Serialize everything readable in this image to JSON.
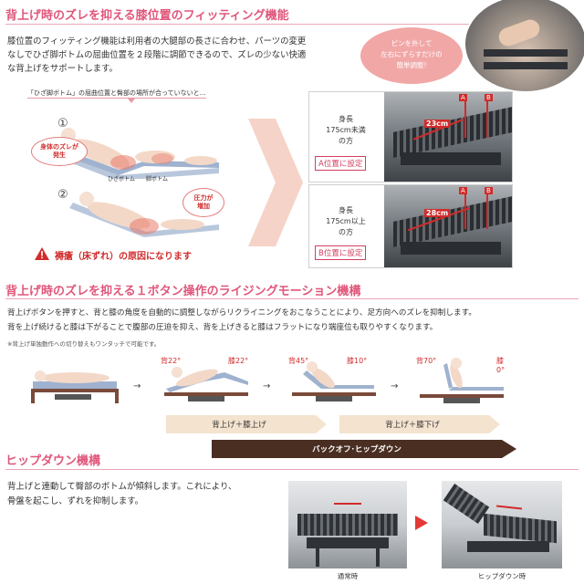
{
  "section1": {
    "title": "背上げ時のズレを抑える膝位置のフィッティング機能",
    "body": [
      "膝位置のフィッティング機能は利用者の大腿部の長さに合わせ、パーツの変更",
      "なしでひざ脚ボトムの屈曲位置を２段階に調節できるので、ズレの少ない快適",
      "な背上げをサポートします。"
    ],
    "bubble": [
      "ピンを外して",
      "左右にずらすだけの",
      "簡単調整!"
    ],
    "caption": "「ひざ脚ボトム」の屈曲位置と臀部の場所が合っていないと…",
    "step1_num": "①",
    "step2_num": "②",
    "label_zure": [
      "身体のズレが",
      "発生"
    ],
    "label_hiza": "ひざボトム",
    "label_kyaku": "脚ボトム",
    "label_pressure": [
      "圧力が",
      "増加"
    ],
    "warning": "褥瘡（床ずれ）の原因になります",
    "warning_icon": "warning-icon",
    "panel_a": {
      "height_lines": [
        "身長",
        "175cm未満",
        "の方"
      ],
      "setting": "A位置に設定",
      "measure": "23cm",
      "mark_a": "A",
      "mark_b": "B"
    },
    "panel_b": {
      "height_lines": [
        "身長",
        "175cm以上",
        "の方"
      ],
      "setting": "B位置に設定",
      "measure": "28cm",
      "mark_a": "A",
      "mark_b": "B"
    }
  },
  "section2": {
    "title": "背上げ時のズレを抑える１ボタン操作のライジングモーション機構",
    "body": [
      "背上げボタンを押すと、背と膝の角度を自動的に調整しながらリクライニングをおこなうことにより、足方向へのズレを抑制します。",
      "背を上げ続けると膝は下がることで腹部の圧迫を抑え、背を上げきると膝はフラットになり端座位も取りやすくなります。"
    ],
    "note": "※背上げ単独動作への切り替えもワンタッチで可能です。",
    "stages": [
      {
        "back": "",
        "knee": ""
      },
      {
        "back": "背22°",
        "knee": "膝22°"
      },
      {
        "back": "背45°",
        "knee": "膝10°"
      },
      {
        "back": "背70°",
        "knee": "膝0°"
      }
    ],
    "band1": "背上げ＋膝上げ",
    "band2": "背上げ＋膝下げ",
    "band3": "バックオフ･ヒップダウン"
  },
  "section3": {
    "title": "ヒップダウン機構",
    "body": [
      "背上げと連動して臀部のボトムが傾斜します。これにより、",
      "骨盤を起こし、ずれを抑制します。"
    ],
    "caption_normal": "通常時",
    "caption_hipdown": "ヒップダウン時"
  },
  "colors": {
    "accent": "#e0567a",
    "band_light": "#f3e3cf",
    "band_dark": "#4a2e22",
    "warning_red": "#d12b2b"
  }
}
